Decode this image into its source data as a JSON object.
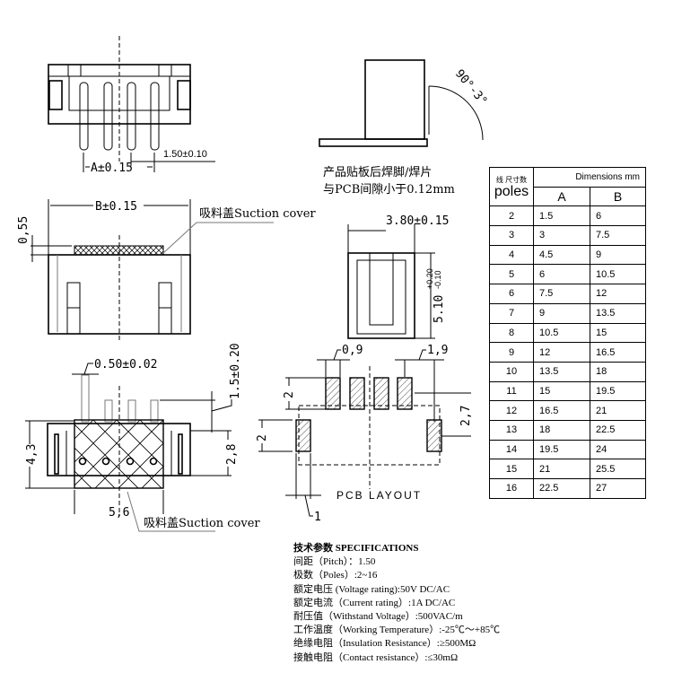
{
  "top_view": {
    "dim_a": "A±0.15",
    "pitch": "1.50±0.10"
  },
  "front_view": {
    "dim_b": "B±0.15",
    "cover_height": "0,55",
    "cover_label": "吸料盖Suction cover"
  },
  "right_angle_view": {
    "angle": "90°-3°",
    "note_line1": "产品贴板后焊脚/焊片",
    "note_line2": "与PCB间隙小于0.12mm"
  },
  "side_view": {
    "width": "3.80±0.15",
    "height": "5.10",
    "height_tol_plus": "+0.20",
    "height_tol_minus": "-0.10"
  },
  "bottom_view": {
    "pin_width": "0.50±0.02",
    "pin_length": "1.5±0.20",
    "height": "4,3",
    "inner_height": "2,8",
    "depth": "5,6",
    "cover_label": "吸料盖Suction cover"
  },
  "pcb_layout": {
    "title": "PCB LAYOUT",
    "pad_width": "0,9",
    "edge_offset": "1,9",
    "pad_len_top": "2",
    "pad_len_side": "2",
    "row_offset": "2,7",
    "side_pad_width": "1"
  },
  "table": {
    "header_cn": "线 尺寸数",
    "header_dims": "Dimensions mm",
    "header_poles": "poles",
    "col_a": "A",
    "col_b": "B",
    "rows": [
      [
        "2",
        "1.5",
        "6"
      ],
      [
        "3",
        "3",
        "7.5"
      ],
      [
        "4",
        "4.5",
        "9"
      ],
      [
        "5",
        "6",
        "10.5"
      ],
      [
        "6",
        "7.5",
        "12"
      ],
      [
        "7",
        "9",
        "13.5"
      ],
      [
        "8",
        "10.5",
        "15"
      ],
      [
        "9",
        "12",
        "16.5"
      ],
      [
        "10",
        "13.5",
        "18"
      ],
      [
        "11",
        "15",
        "19.5"
      ],
      [
        "12",
        "16.5",
        "21"
      ],
      [
        "13",
        "18",
        "22.5"
      ],
      [
        "14",
        "19.5",
        "24"
      ],
      [
        "15",
        "21",
        "25.5"
      ],
      [
        "16",
        "22.5",
        "27"
      ]
    ]
  },
  "specs": {
    "title": "技术参数 SPECIFICATIONS",
    "lines": [
      "间距（Pitch）：1.50",
      "极数（Poles）:2~16",
      "额定电压 (Voltage rating):50V DC/AC",
      "额定电流（Current rating）:1A DC/AC",
      "耐压值（Withstand Voltage）:500VAC/m",
      "工作温度（Working Temperature）:-25℃～+85℃",
      "绝缘电阻（Insulation Resistance）:≥500MΩ",
      "接触电阻（Contact resistance）:≤30mΩ"
    ]
  }
}
